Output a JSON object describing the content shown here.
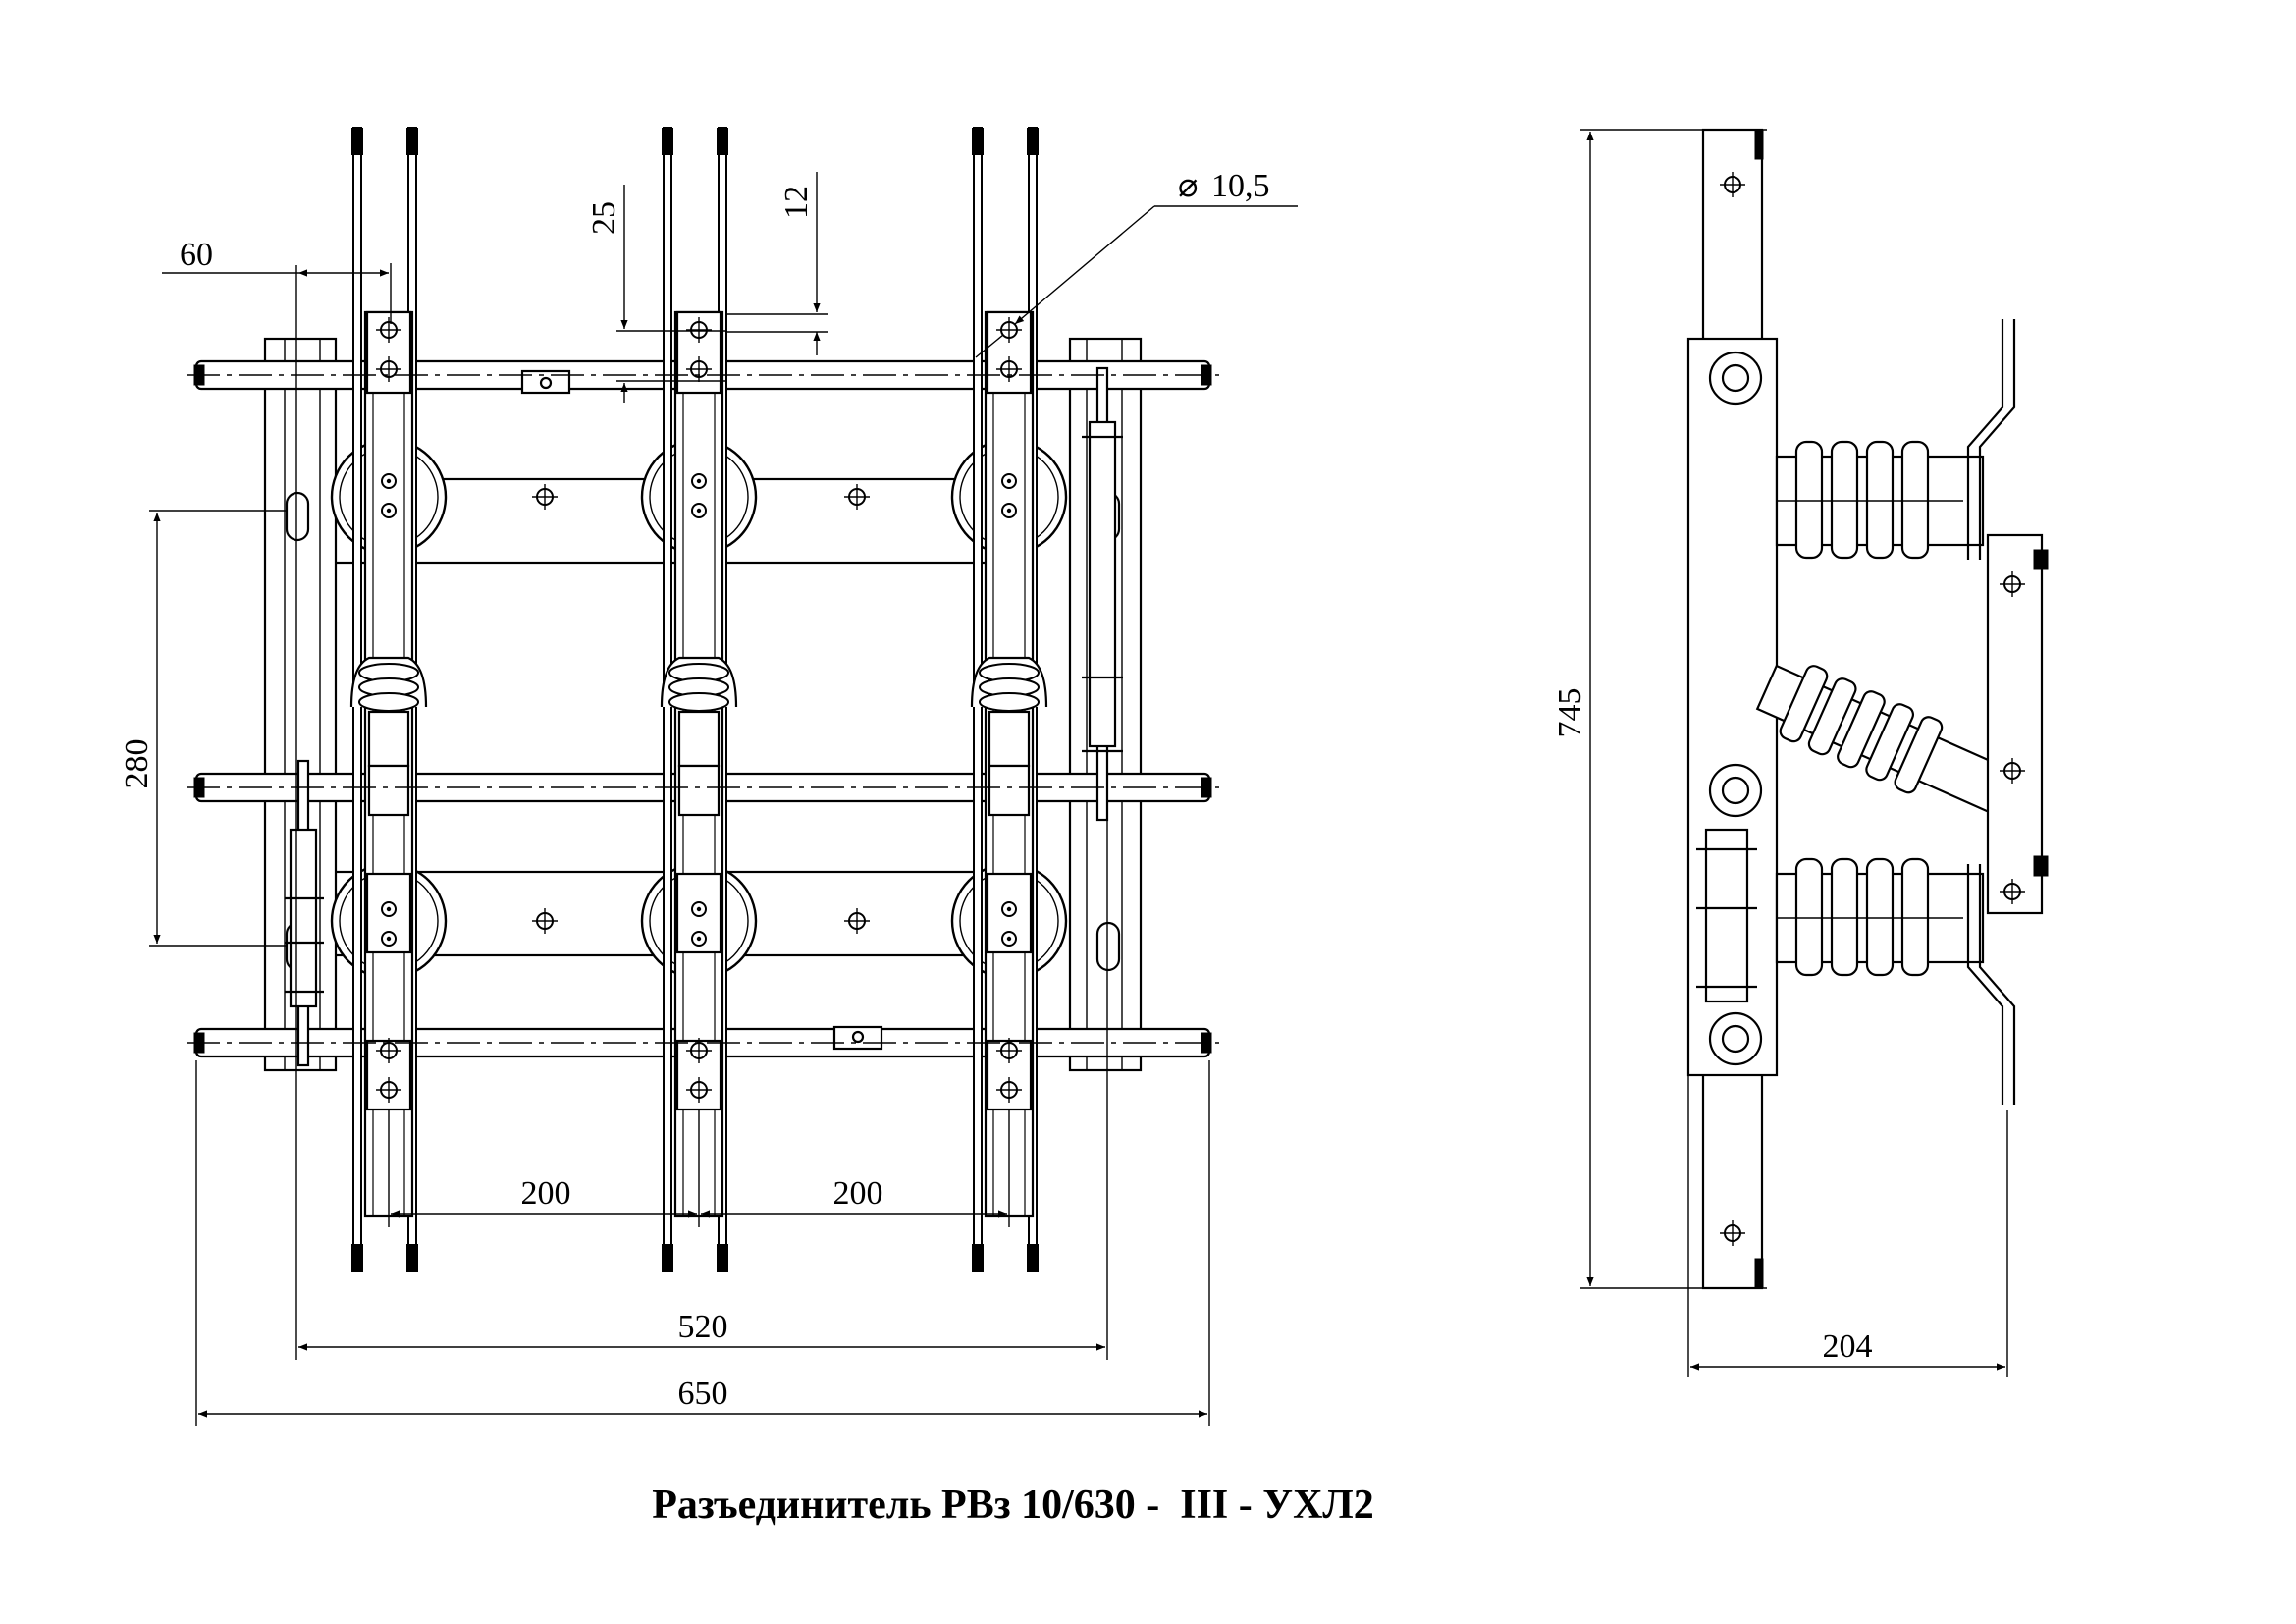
{
  "drawing": {
    "title": "Разъединитель РВз 10/630 -  III - УХЛ2",
    "front_view": {
      "dimensions": {
        "overall_width": "650",
        "mount_width": "520",
        "pole_pitch_left": "200",
        "pole_pitch_right": "200",
        "mount_height": "280",
        "edge_offset": "60",
        "contact_offset": "25",
        "hole_offset": "12",
        "hole_diameter": "10,5"
      }
    },
    "side_view": {
      "dimensions": {
        "height": "745",
        "depth": "204"
      }
    }
  }
}
